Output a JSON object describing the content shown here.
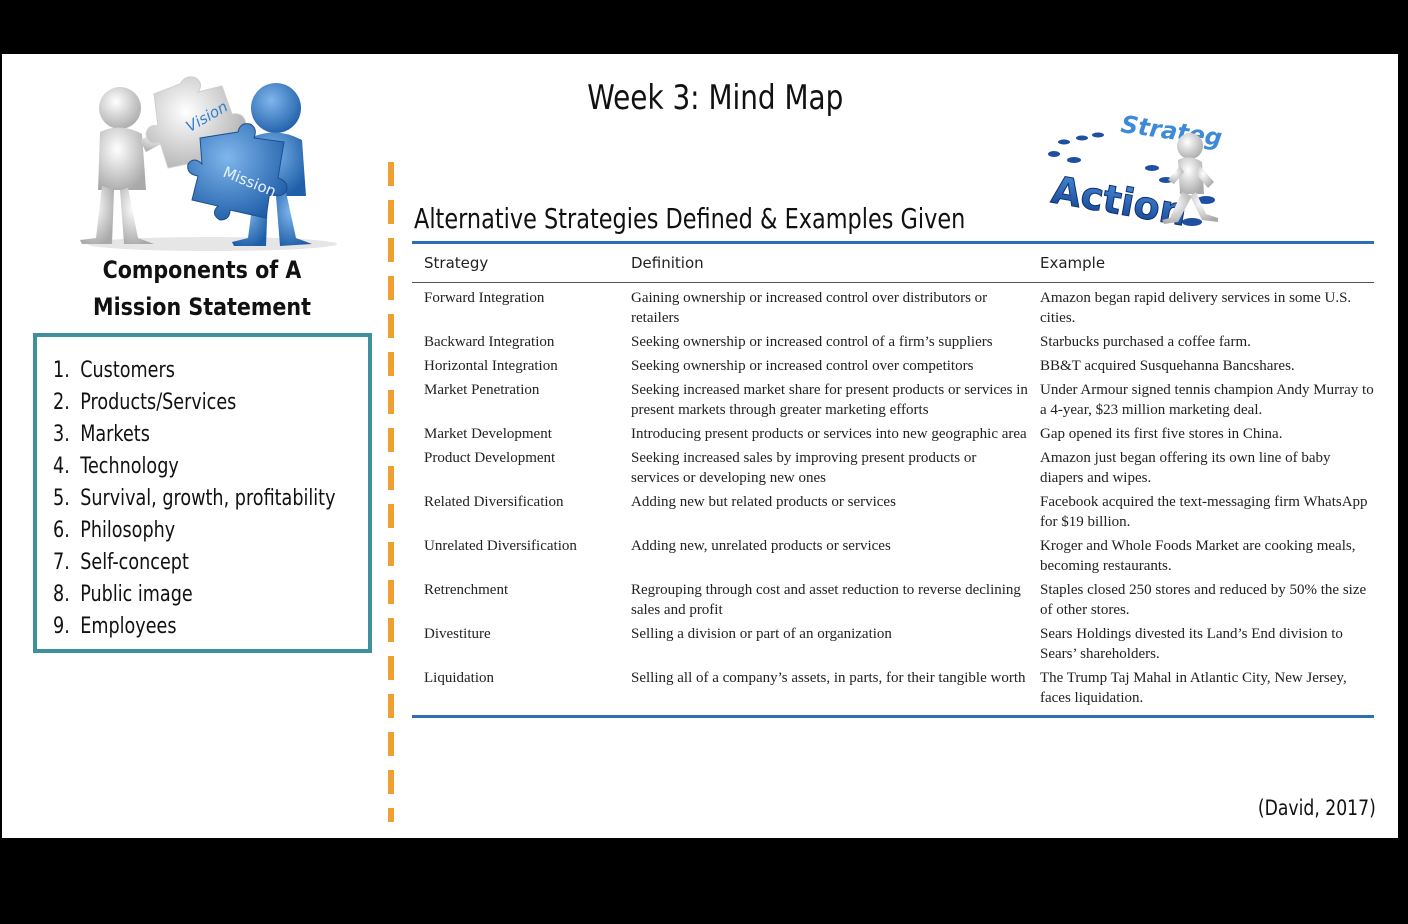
{
  "page_title": "Week 3: Mind Map",
  "left_panel": {
    "illustration": {
      "label_vision": "Vision",
      "label_mission": "Mission"
    },
    "heading_line1": "Components of A",
    "heading_line2": "Mission Statement",
    "items": [
      {
        "num": "1.",
        "label": "Customers"
      },
      {
        "num": "2.",
        "label": "Products/Services"
      },
      {
        "num": "3.",
        "label": "Markets"
      },
      {
        "num": "4.",
        "label": "Technology"
      },
      {
        "num": "5.",
        "label": "Survival, growth, profitability"
      },
      {
        "num": "6.",
        "label": "Philosophy"
      },
      {
        "num": "7.",
        "label": "Self-concept"
      },
      {
        "num": "8.",
        "label": "Public image"
      },
      {
        "num": "9.",
        "label": "Employees"
      }
    ]
  },
  "right_panel": {
    "heading": "Alternative Strategies Defined & Examples Given",
    "illustration": {
      "label_strategy": "Strateg",
      "label_action": "Action"
    },
    "table": {
      "headers": {
        "strategy": "Strategy",
        "definition": "Definition",
        "example": "Example"
      },
      "rows": [
        {
          "strategy": "Forward Integration",
          "definition": "Gaining ownership or increased control over distributors or retailers",
          "example": "Amazon began rapid delivery services in some U.S. cities."
        },
        {
          "strategy": "Backward Integration",
          "definition": "Seeking ownership or increased control of a firm’s suppliers",
          "example": "Starbucks purchased a coffee farm."
        },
        {
          "strategy": "Horizontal Integration",
          "definition": "Seeking ownership or increased control over competitors",
          "example": "BB&T acquired Susquehanna Bancshares."
        },
        {
          "strategy": "Market Penetration",
          "definition": "Seeking increased market share for present products or services in present markets through greater marketing efforts",
          "example": "Under Armour signed tennis champion Andy Murray to a 4-year, $23 million marketing deal."
        },
        {
          "strategy": "Market Development",
          "definition": "Introducing present products or services into new geographic area",
          "example": "Gap opened its first five stores in China."
        },
        {
          "strategy": "Product Development",
          "definition": "Seeking increased sales by improving present products or services or developing new ones",
          "example": "Amazon just began offering its own line of baby diapers and wipes."
        },
        {
          "strategy": "Related Diversification",
          "definition": "Adding new but related products or services",
          "example": "Facebook acquired the text-messaging firm WhatsApp for $19 billion."
        },
        {
          "strategy": "Unrelated Diversification",
          "definition": "Adding new, unrelated products or services",
          "example": "Kroger and Whole Foods Market are cooking meals, becoming restaurants."
        },
        {
          "strategy": "Retrenchment",
          "definition": "Regrouping through cost and asset reduction to reverse declining sales and profit",
          "example": "Staples closed 250 stores and reduced by 50% the size of other stores."
        },
        {
          "strategy": "Divestiture",
          "definition": "Selling a division or part of an organization",
          "example": "Sears Holdings divested its Land’s End division to Sears’ shareholders."
        },
        {
          "strategy": "Liquidation",
          "definition": "Selling all of a company’s assets, in parts, for their tangible worth",
          "example": "The Trump Taj Mahal in Atlantic City, New Jersey, faces liquidation."
        }
      ]
    }
  },
  "citation": "(David, 2017)",
  "colors": {
    "accent_teal": "#3f8f9c",
    "accent_orange": "#f0a030",
    "table_rule_blue": "#2d6fb5",
    "figure_blue": "#2f7fd0"
  }
}
